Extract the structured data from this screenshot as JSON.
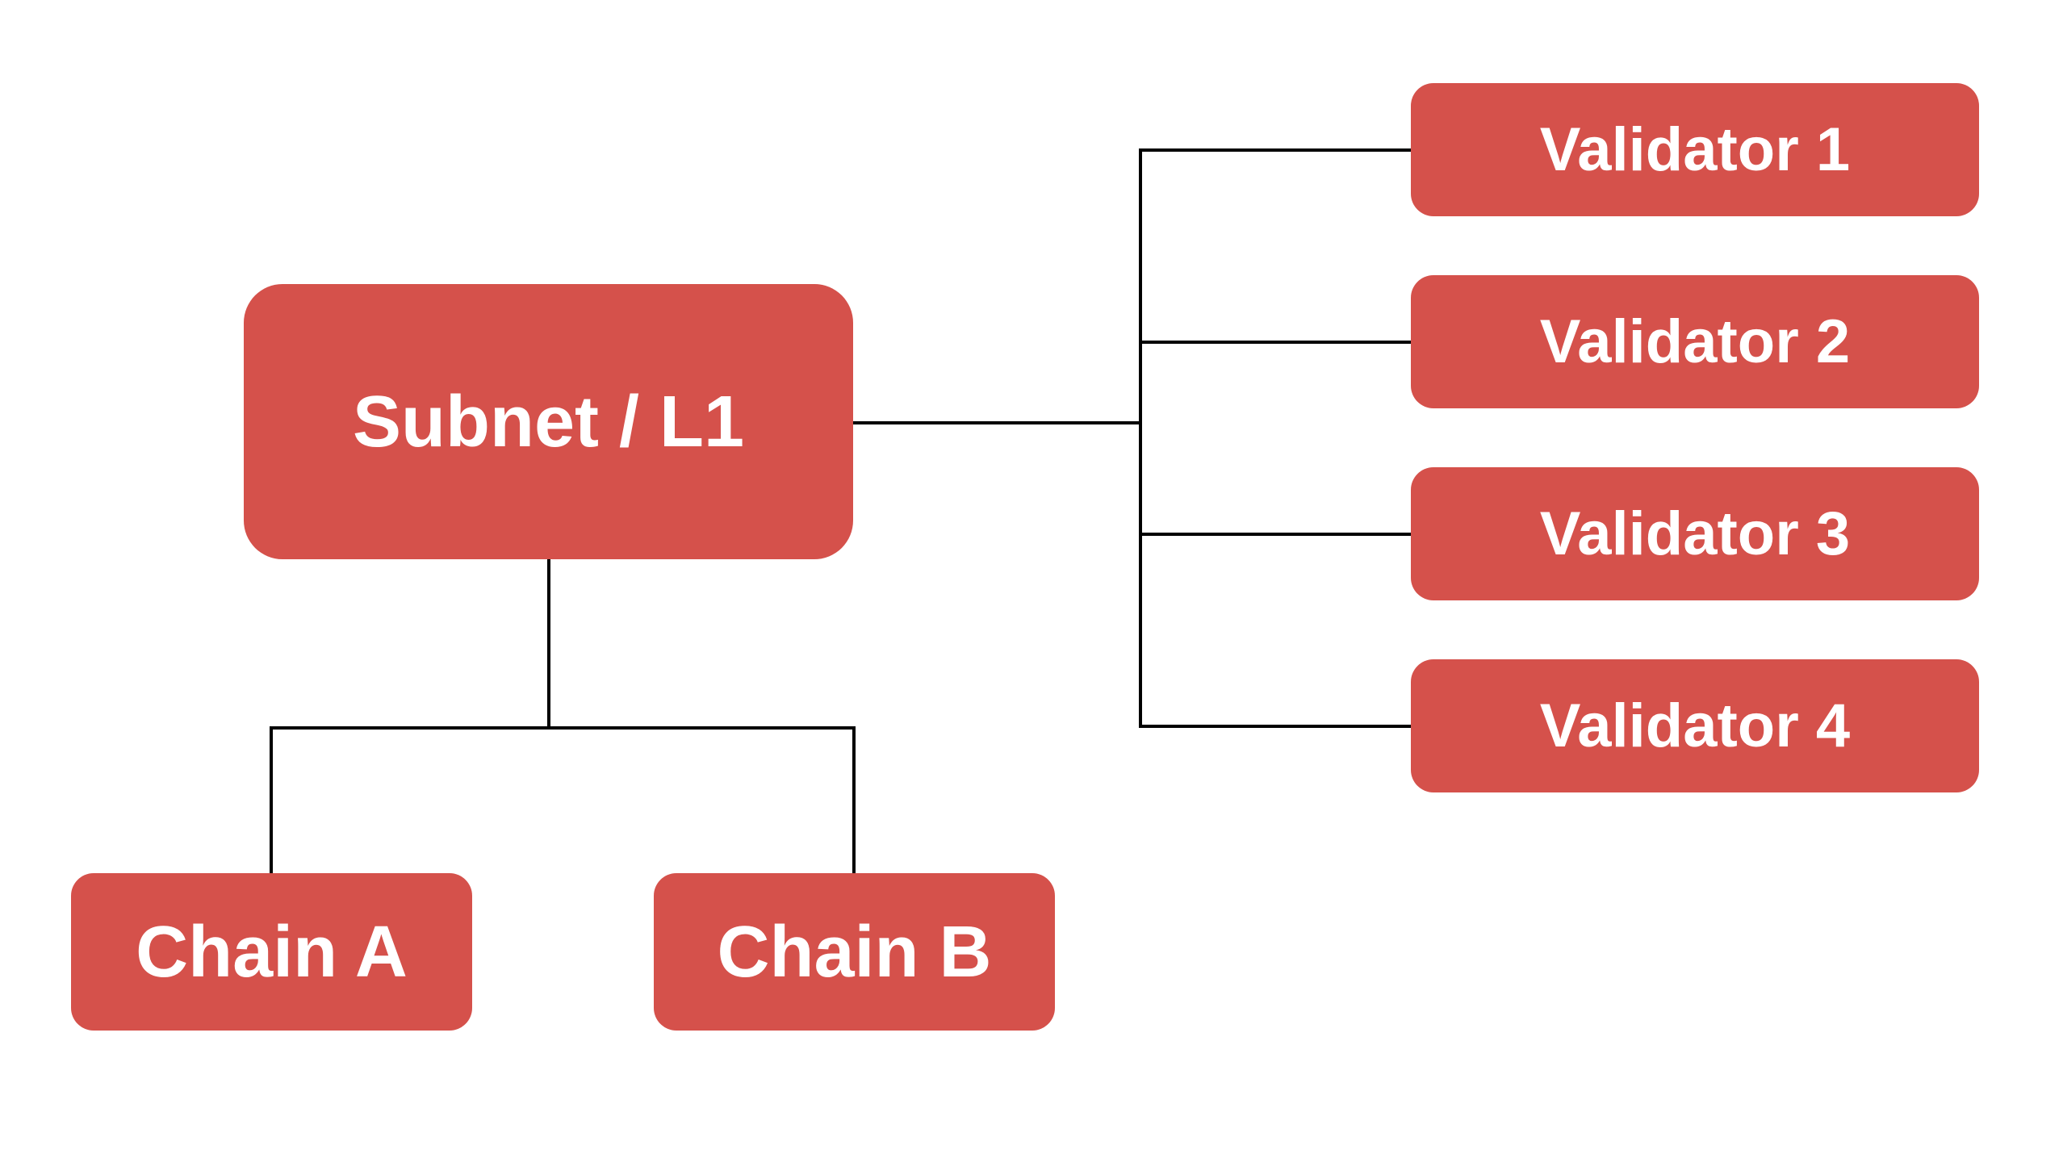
{
  "palette": {
    "node_fill": "#D5514B",
    "node_text": "#FFFFFF",
    "connector": "#000000",
    "background": "#FFFFFF"
  },
  "diagram": {
    "type": "tree",
    "root": {
      "label": "Subnet / L1"
    },
    "validators": [
      {
        "label": "Validator 1"
      },
      {
        "label": "Validator 2"
      },
      {
        "label": "Validator 3"
      },
      {
        "label": "Validator 4"
      }
    ],
    "chains": [
      {
        "label": "Chain A"
      },
      {
        "label": "Chain B"
      }
    ]
  }
}
